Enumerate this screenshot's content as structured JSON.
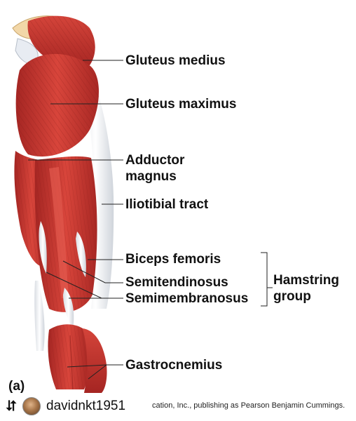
{
  "labels": {
    "gluteus_medius": "Gluteus medius",
    "gluteus_maximus": "Gluteus maximus",
    "adductor_magnus_line1": "Adductor",
    "adductor_magnus_line2": "magnus",
    "iliotibial_tract": "Iliotibial tract",
    "biceps_femoris": "Biceps femoris",
    "semitendinosus": "Semitendinosus",
    "semimembranosus": "Semimembranosus",
    "hamstring_group_line1": "Hamstring",
    "hamstring_group_line2": "group",
    "gastrocnemius": "Gastrocnemius"
  },
  "figure_letter": "(a)",
  "credit_text": "cation, Inc., publishing as Pearson Benjamin Cummings.",
  "repost": {
    "icon": "repost-icon",
    "username": "davidnkt1951"
  },
  "colors": {
    "muscle": "#c8332e",
    "muscle_dark": "#8e1e1c",
    "tendon": "#eef0f3",
    "leader_line": "#222222"
  }
}
